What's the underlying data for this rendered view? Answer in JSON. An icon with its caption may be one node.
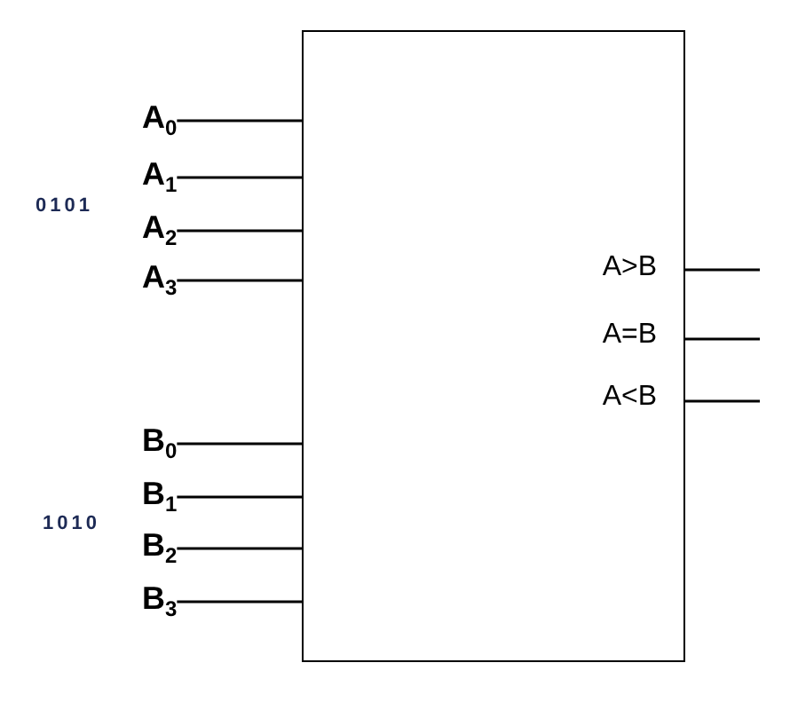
{
  "diagram": {
    "nodes": [
      {
        "text": [],
        "shape": "box"
      },
      {
        "text": [
          "A$_{0}$"
        ]
      },
      {
        "text": [
          "A$_{1}$"
        ]
      },
      {
        "text": [
          "A$_{2}$"
        ]
      },
      {
        "text": [
          "A$_{3}$"
        ]
      },
      {
        "text": [
          "B$_{0}$"
        ]
      },
      {
        "text": [
          "B$_{1}$"
        ]
      },
      {
        "text": [
          "B$_{2}$"
        ]
      },
      {
        "text": [
          "B$_{3}$"
        ]
      }
    ],
    "edges": [
      {
        "from": 1,
        "to": 0,
        "arrow": "none"
      },
      {
        "from": 2,
        "to": 0,
        "arrow": "none"
      },
      {
        "from": 3,
        "to": 0,
        "arrow": "none"
      },
      {
        "from": 4,
        "to": 0,
        "arrow": "none"
      },
      {
        "from": 5,
        "to": 0,
        "arrow": "none"
      },
      {
        "from": 6,
        "to": 0,
        "arrow": "none"
      },
      {
        "from": 7,
        "to": 0,
        "arrow": "none"
      },
      {
        "from": 8,
        "to": 0,
        "arrow": "none"
      },
      {
        "from": 0,
        "to": null,
        "arrow": "none"
      },
      {
        "from": 0,
        "to": null,
        "arrow": "none"
      },
      {
        "from": 0,
        "to": null,
        "arrow": "none"
      }
    ],
    "labels": [
      "0101",
      "A>B",
      "A=B",
      "A<B",
      "1010"
    ]
  }
}
